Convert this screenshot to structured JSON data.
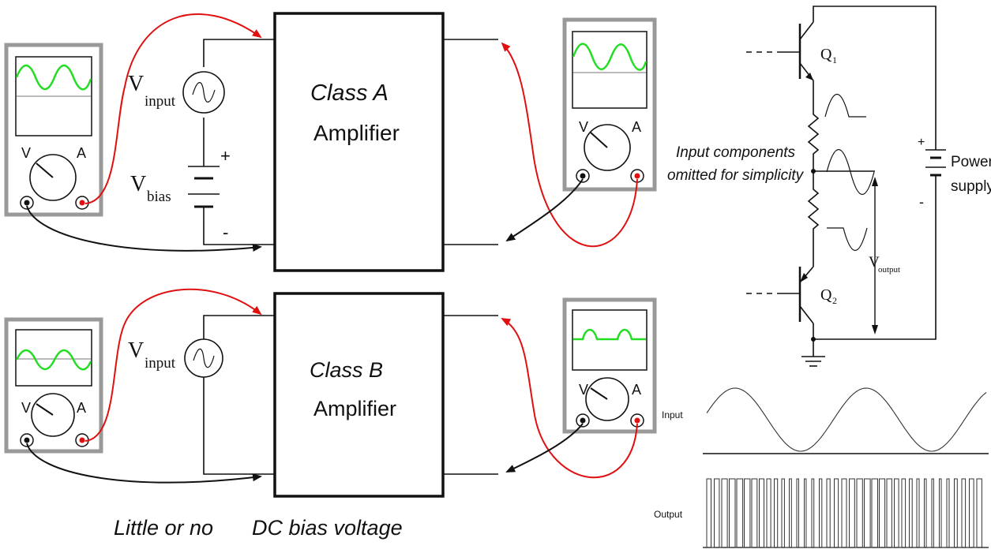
{
  "diagrams": {
    "class_a": {
      "amplifier": {
        "line1": "Class A",
        "line2": "Amplifier"
      },
      "v_input": {
        "main": "V",
        "sub": "input"
      },
      "v_bias": {
        "main": "V",
        "sub": "bias"
      },
      "plus": "+",
      "minus": "-",
      "meter_left": {
        "v": "V",
        "a": "A"
      },
      "meter_right": {
        "v": "V",
        "a": "A"
      }
    },
    "class_b": {
      "amplifier": {
        "line1": "Class B",
        "line2": "Amplifier"
      },
      "v_input": {
        "main": "V",
        "sub": "input"
      },
      "meter_left": {
        "v": "V",
        "a": "A"
      },
      "meter_right": {
        "v": "V",
        "a": "A"
      },
      "caption_left": "Little or no",
      "caption_right": "DC bias voltage"
    },
    "push_pull": {
      "q1": {
        "main": "Q",
        "sub": "1"
      },
      "q2": {
        "main": "Q",
        "sub": "2"
      },
      "note_line1": "Input components",
      "note_line2": "omitted for simplicity",
      "supply_line1": "Power",
      "supply_line2": "supply",
      "plus": "+",
      "minus": "-",
      "v_output": {
        "main": "V",
        "sub": "output"
      }
    },
    "waveforms": {
      "input_label": "Input",
      "output_label": "Output"
    }
  },
  "colors": {
    "trace_green": "#22dd22",
    "probe_red": "#e01010",
    "meter_frame": "#999999"
  }
}
